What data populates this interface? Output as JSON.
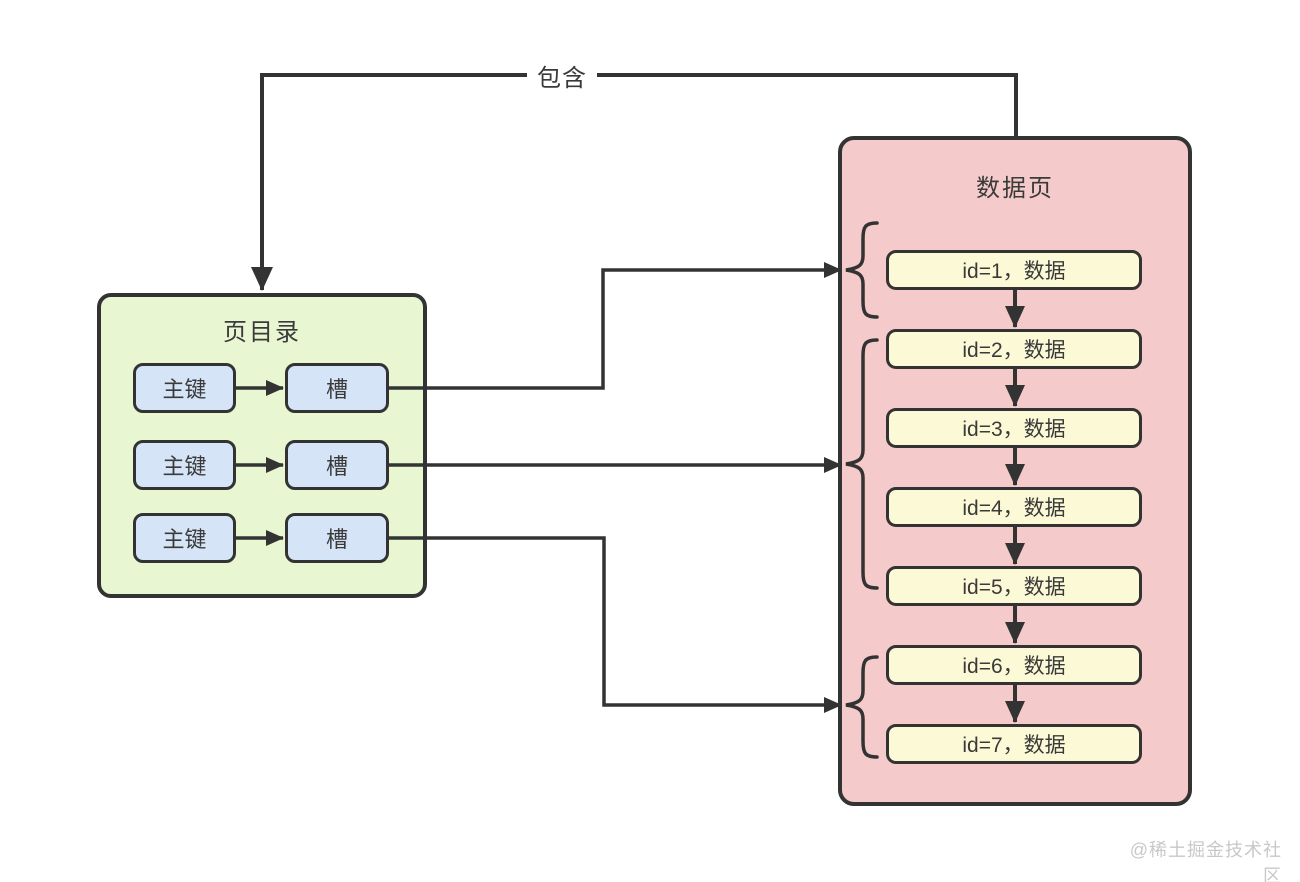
{
  "diagram": {
    "top_connector_label": "包含",
    "page_directory": {
      "title": "页目录",
      "rows": [
        {
          "key": "主键",
          "slot": "槽"
        },
        {
          "key": "主键",
          "slot": "槽"
        },
        {
          "key": "主键",
          "slot": "槽"
        }
      ]
    },
    "data_page": {
      "title": "数据页",
      "records": [
        "id=1，数据",
        "id=2，数据",
        "id=3，数据",
        "id=4，数据",
        "id=5，数据",
        "id=6，数据",
        "id=7，数据"
      ]
    },
    "watermark": "@稀土掘金技术社区"
  },
  "colors": {
    "stroke": "#333333",
    "green_fill": "#e8f6d2",
    "pink_fill": "#f5caca",
    "blue_fill": "#d6e4f7",
    "yellow_fill": "#fcfad6",
    "text": "#3a3a3a",
    "watermark": "#c8c8c8"
  }
}
